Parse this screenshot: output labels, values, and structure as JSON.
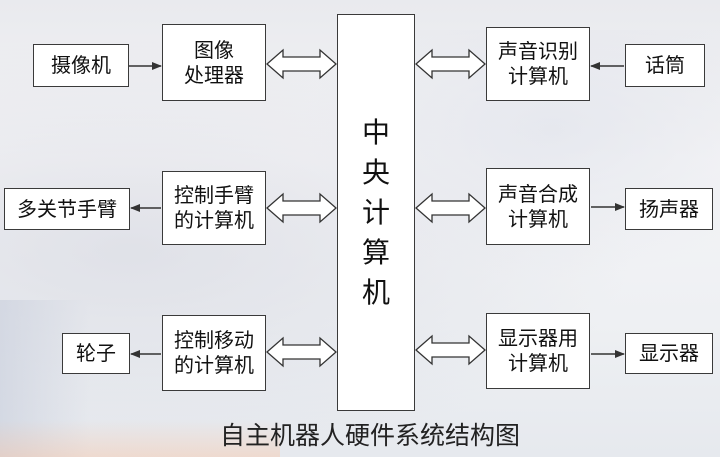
{
  "central": {
    "label": "中\n央\n计\n算\n机"
  },
  "left_devices": [
    "摄像机",
    "多关节手臂",
    "轮子"
  ],
  "left_computers": [
    "图像\n处理器",
    "控制手臂\n的计算机",
    "控制移动\n的计算机"
  ],
  "right_computers": [
    "声音识别\n计算机",
    "声音合成\n计算机",
    "显示器用\n计算机"
  ],
  "right_devices": [
    "话筒",
    "扬声器",
    "显示器"
  ],
  "caption": "自主机器人硬件系统结构图"
}
